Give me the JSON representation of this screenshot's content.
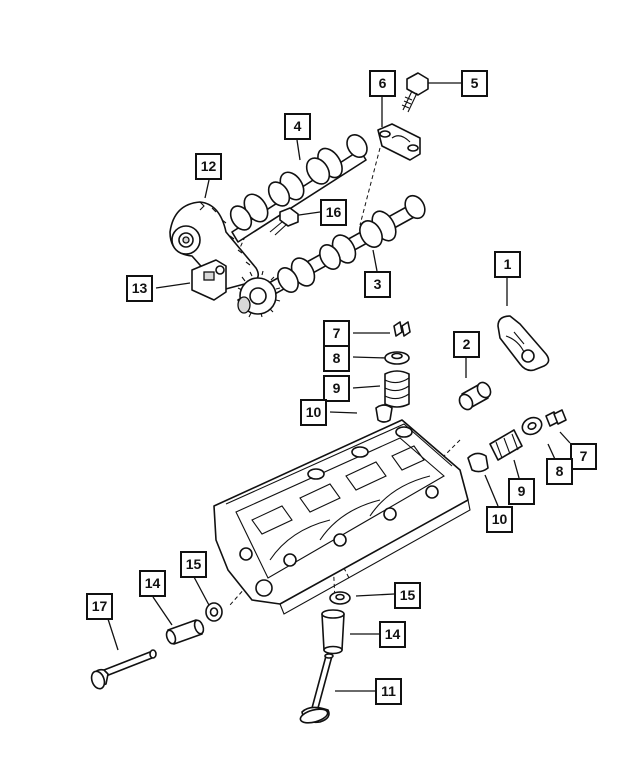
{
  "diagram": {
    "callouts": [
      {
        "id": "c1",
        "label": "1"
      },
      {
        "id": "c2",
        "label": "2"
      },
      {
        "id": "c3",
        "label": "3"
      },
      {
        "id": "c4",
        "label": "4"
      },
      {
        "id": "c5",
        "label": "5"
      },
      {
        "id": "c6",
        "label": "6"
      },
      {
        "id": "c7a",
        "label": "7"
      },
      {
        "id": "c7b",
        "label": "7"
      },
      {
        "id": "c8a",
        "label": "8"
      },
      {
        "id": "c8b",
        "label": "8"
      },
      {
        "id": "c9a",
        "label": "9"
      },
      {
        "id": "c9b",
        "label": "9"
      },
      {
        "id": "c10a",
        "label": "10"
      },
      {
        "id": "c10b",
        "label": "10"
      },
      {
        "id": "c11",
        "label": "11"
      },
      {
        "id": "c12",
        "label": "12"
      },
      {
        "id": "c13",
        "label": "13"
      },
      {
        "id": "c14a",
        "label": "14"
      },
      {
        "id": "c14b",
        "label": "14"
      },
      {
        "id": "c15a",
        "label": "15"
      },
      {
        "id": "c15b",
        "label": "15"
      },
      {
        "id": "c16",
        "label": "16"
      },
      {
        "id": "c17",
        "label": "17"
      }
    ]
  }
}
